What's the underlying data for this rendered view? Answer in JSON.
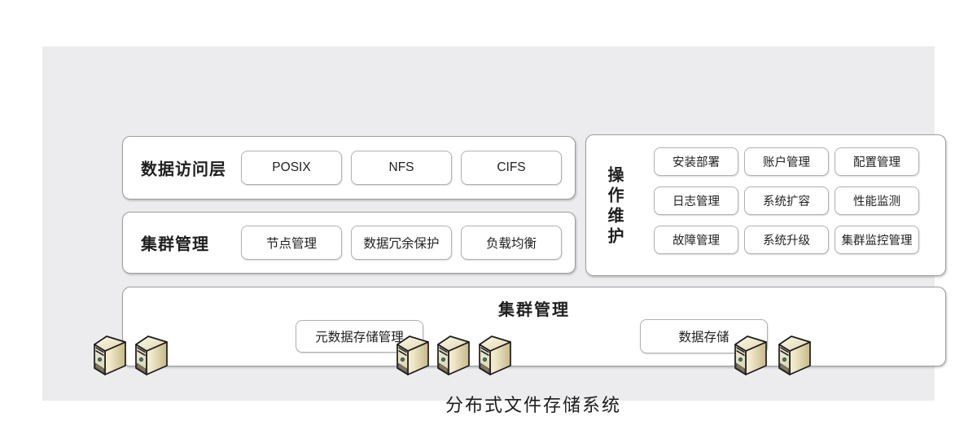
{
  "caption": "分布式文件存储系统",
  "boxes": {
    "data_access": {
      "title": "数据访问层",
      "items": [
        "POSIX",
        "NFS",
        "CIFS"
      ]
    },
    "cluster_mgmt": {
      "title": "集群管理",
      "items": [
        "节点管理",
        "数据冗余保护",
        "负载均衡"
      ]
    },
    "ops_maintenance": {
      "title": "操作维护",
      "items": [
        "安装部署",
        "账户管理",
        "配置管理",
        "日志管理",
        "系统扩容",
        "性能监测",
        "故障管理",
        "系统升级",
        "集群监控管理"
      ]
    },
    "storage_cluster": {
      "title": "集群管理",
      "items": [
        "元数据存储管理",
        "数据存储"
      ],
      "server_groups": [
        2,
        3,
        2
      ]
    }
  },
  "icons": {
    "server": "server-tower-icon"
  },
  "colors": {
    "panel_bg": "#ececee",
    "box_border": "#9d9d9d",
    "chip_border": "#b1b1b1",
    "text": "#1f1f1f",
    "server_body": "#e8e0bf",
    "server_power_led": "#2e8273"
  }
}
